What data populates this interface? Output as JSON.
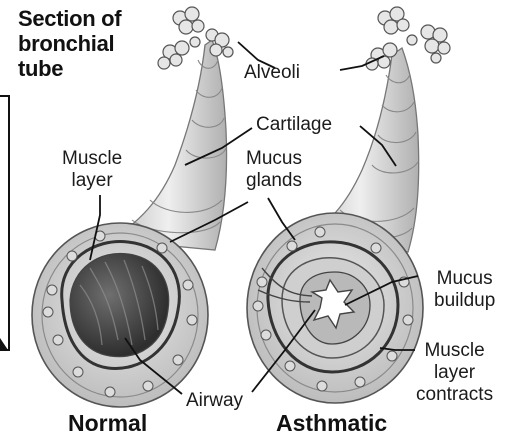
{
  "title_lines": [
    "Section of",
    "bronchial",
    "tube"
  ],
  "labels": {
    "alveoli": "Alveoli",
    "cartilage": "Cartilage",
    "muscle_layer": [
      "Muscle",
      "layer"
    ],
    "mucus_glands": [
      "Mucus",
      "glands"
    ],
    "mucus_buildup": [
      "Mucus",
      "buildup"
    ],
    "muscle_contracts": [
      "Muscle",
      "layer",
      "contracts"
    ],
    "airway": "Airway"
  },
  "captions": {
    "normal": "Normal",
    "asthmatic": "Asthmatic"
  },
  "colors": {
    "tissue": "#d6d6d6",
    "tissue_dark": "#8a8a8a",
    "airway_dark": "#4a4a4a",
    "line": "#222222"
  }
}
